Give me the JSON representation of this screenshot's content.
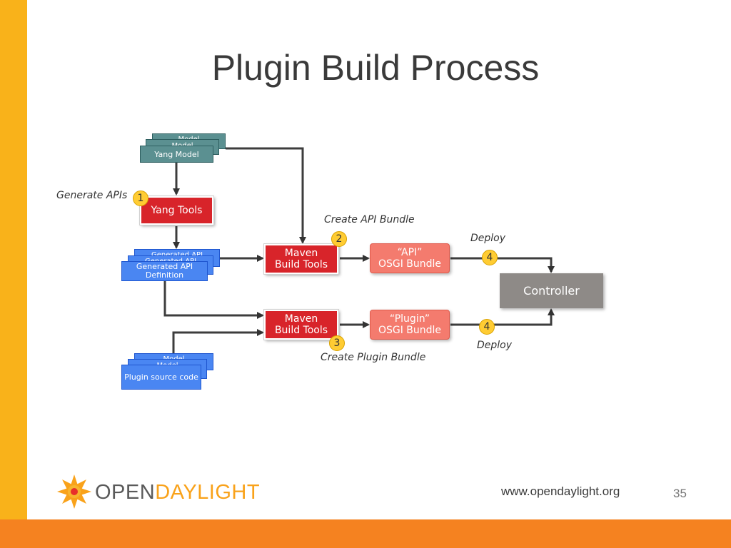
{
  "slide": {
    "title": "Plugin Build Process",
    "page_number": "35",
    "url": "www.opendaylight.org",
    "logo": {
      "word_open": "OPEN",
      "word_daylight": "DAYLIGHT"
    }
  },
  "diagram": {
    "yang_model_stack": {
      "top_label": "Model",
      "middle_label": "Model",
      "front_label": "Yang Model"
    },
    "yang_tools": "Yang Tools",
    "generated_api_stack": {
      "back_label": "Generated API Definition",
      "middle_label": "Generated API Definition",
      "front_line1": "Generated API",
      "front_line2": "Definition"
    },
    "plugin_source_stack": {
      "top_label": "Model",
      "middle_label": "Model",
      "front_label": "Plugin source code"
    },
    "maven_api": {
      "line1": "Maven",
      "line2": "Build Tools"
    },
    "maven_plugin": {
      "line1": "Maven",
      "line2": "Build Tools"
    },
    "api_bundle": {
      "line1": "“API”",
      "line2": "OSGI Bundle"
    },
    "plugin_bundle": {
      "line1": "“Plugin”",
      "line2": "OSGI Bundle"
    },
    "controller": "Controller",
    "badges": {
      "generate": "1",
      "create_api": "2",
      "create_plugin": "3",
      "deploy_api": "4",
      "deploy_plugin": "4"
    },
    "notes": {
      "generate_apis": "Generate APIs",
      "create_api_bundle": "Create API Bundle",
      "create_plugin_bundle": "Create Plugin Bundle",
      "deploy_api": "Deploy",
      "deploy_plugin": "Deploy"
    }
  },
  "colors": {
    "left_bar": "#f9b21a",
    "bottom_bar": "#f58220",
    "yang_model": "#5b9091",
    "blue_doc": "#4a86f2",
    "red_tool": "#d8242a",
    "bundle": "#f47b6e",
    "controller": "#8e8a87",
    "badge": "#ffcc33",
    "logo_orange": "#f9a21a"
  }
}
